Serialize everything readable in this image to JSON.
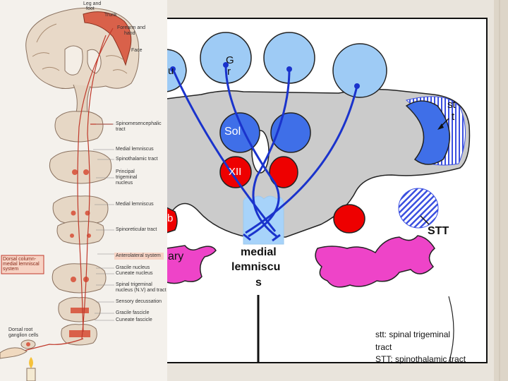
{
  "diagram": {
    "labels": {
      "gr_line1": "G",
      "gr_line2": "r",
      "cu_fragment": "u",
      "sol": "Sol",
      "xii": "XII",
      "amb_fragment": "b",
      "st_line1": "st",
      "st_line2": "t",
      "stt": "STT",
      "medial_lemniscus": [
        "medial",
        "lemniscu",
        "s"
      ],
      "olivary_fragment": "ary"
    },
    "legend": [
      "stt: spinal trigeminal",
      "tract",
      "STT: spinothalamic tract"
    ],
    "inset_labels": {
      "top": [
        "Leg and",
        "foot",
        "Trunk",
        "Forearm and",
        "hand",
        "Face"
      ],
      "side": [
        "Spinomesencephalic",
        "tract",
        "Medial lemniscus",
        "Spinothalamic tract",
        "Principal",
        "trigeminal",
        "nucleus",
        "Medial lemniscus",
        "Spinoreticular tract",
        "Anterolateral system",
        "Gracile nucleus",
        "Cuneate nucleus",
        "Spinal trigeminal",
        "nucleus (N.V) and tract",
        "Sensory decussation",
        "Gracile fascicle",
        "Cuneate fascicle",
        "Dorsal root",
        "ganglion cells"
      ],
      "box": [
        "Dorsal column-",
        "medial lemniscal",
        "system"
      ]
    },
    "colors": {
      "nucleus_light": "#9ecbf5",
      "nucleus_dark": "#3f6fe8",
      "red": "#ee0000",
      "pink": "#ee44c8",
      "tract_blue": "#1a33cc",
      "gray": "#cbcbcb"
    }
  }
}
